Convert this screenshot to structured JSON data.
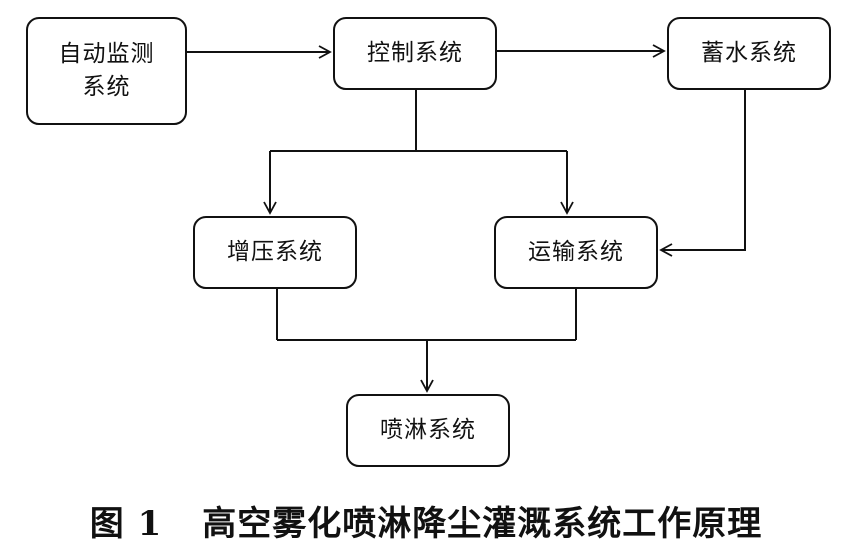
{
  "diagram": {
    "nodes": {
      "monitor": "自动监测系统",
      "control": "控制系统",
      "storage": "蓄水系统",
      "pressure": "增压系统",
      "transport": "运输系统",
      "spray": "喷淋系统"
    },
    "edges": [
      {
        "from": "monitor",
        "to": "control"
      },
      {
        "from": "control",
        "to": "storage"
      },
      {
        "from": "control",
        "to": "pressure"
      },
      {
        "from": "control",
        "to": "transport"
      },
      {
        "from": "storage",
        "to": "transport"
      },
      {
        "from": "pressure",
        "to": "spray"
      },
      {
        "from": "transport",
        "to": "spray"
      }
    ],
    "colors": {
      "line": "#111111",
      "box_border": "#111111",
      "background": "#ffffff"
    }
  },
  "caption": {
    "figure_number": "图 1",
    "text": "高空雾化喷淋降尘灌溉系统工作原理"
  }
}
